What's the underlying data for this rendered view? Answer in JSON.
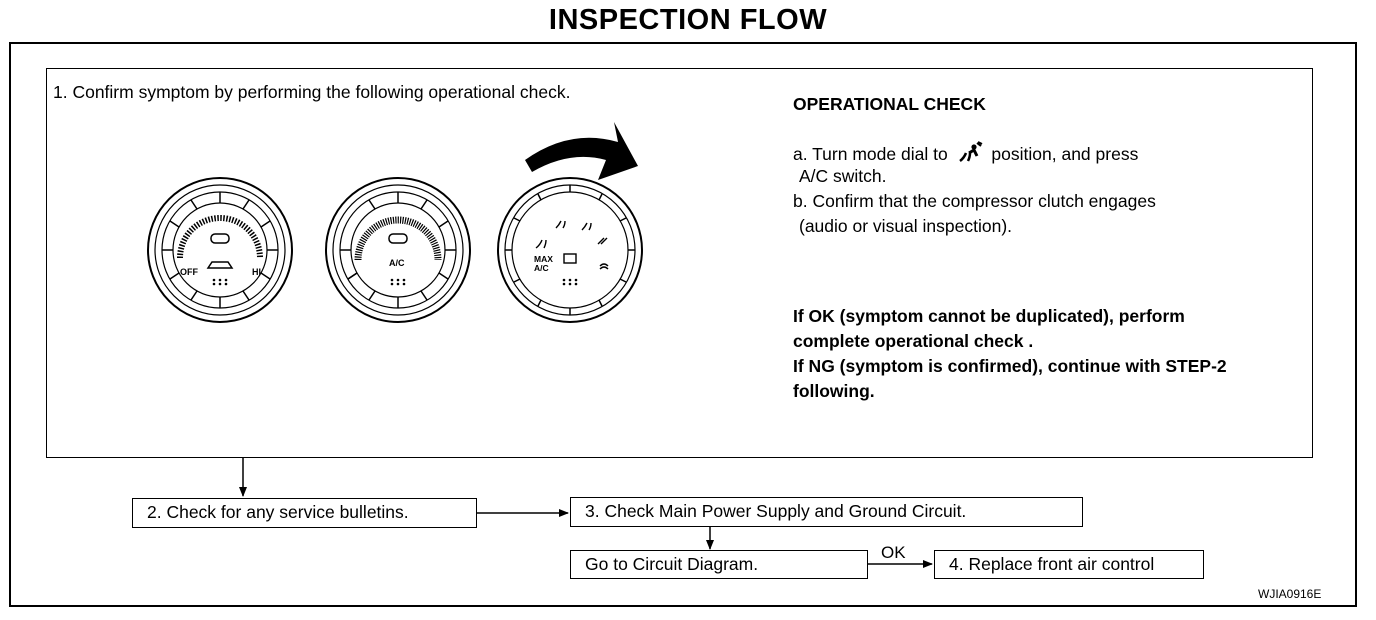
{
  "title": "INSPECTION FLOW",
  "step1": "1.  Confirm symptom by performing the following operational check.",
  "op_check": {
    "heading": "OPERATIONAL CHECK",
    "a_line1_pre": "a.  Turn mode dial to",
    "a_line1_post": "position, and press",
    "a_line2": "A/C switch.",
    "b_line1": "b.  Confirm that the compressor clutch engages",
    "b_line2": "(audio or visual inspection).",
    "ok_line1": "If OK (symptom cannot be duplicated), perform",
    "ok_line2": "complete operational check .",
    "ng_line1": "If NG (symptom is confirmed), continue with STEP-2",
    "ng_line2": "following."
  },
  "dials": {
    "fan": {
      "left": "OFF",
      "right": "HI"
    },
    "temp": {
      "center": "A/C"
    },
    "mode": {
      "max": "MAX",
      "ac": "A/C"
    }
  },
  "step2": "2.  Check for any service bulletins.",
  "step3": "3.  Check Main Power Supply and Ground Circuit.",
  "goto": "Go to Circuit Diagram.",
  "ok_label": "OK",
  "step4": "4.  Replace front air control",
  "figure_code": "WJIA0916E"
}
